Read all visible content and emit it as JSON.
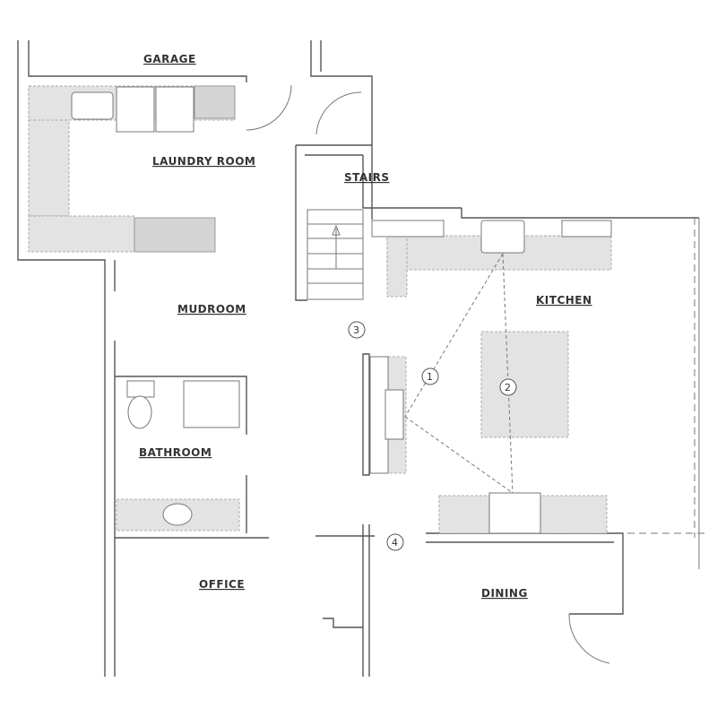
{
  "rooms": {
    "garage": "GARAGE",
    "laundry": "LAUNDRY ROOM",
    "stairs": "STAIRS",
    "mudroom": "MUDROOM",
    "kitchen": "KITCHEN",
    "bathroom": "BATHROOM",
    "office": "OFFICE",
    "dining": "DINING"
  },
  "markers": [
    "1",
    "2",
    "3",
    "4"
  ],
  "colors": {
    "wall": "#555555",
    "counter": "#e3e3e3",
    "appliance": "#d4d4d4"
  }
}
